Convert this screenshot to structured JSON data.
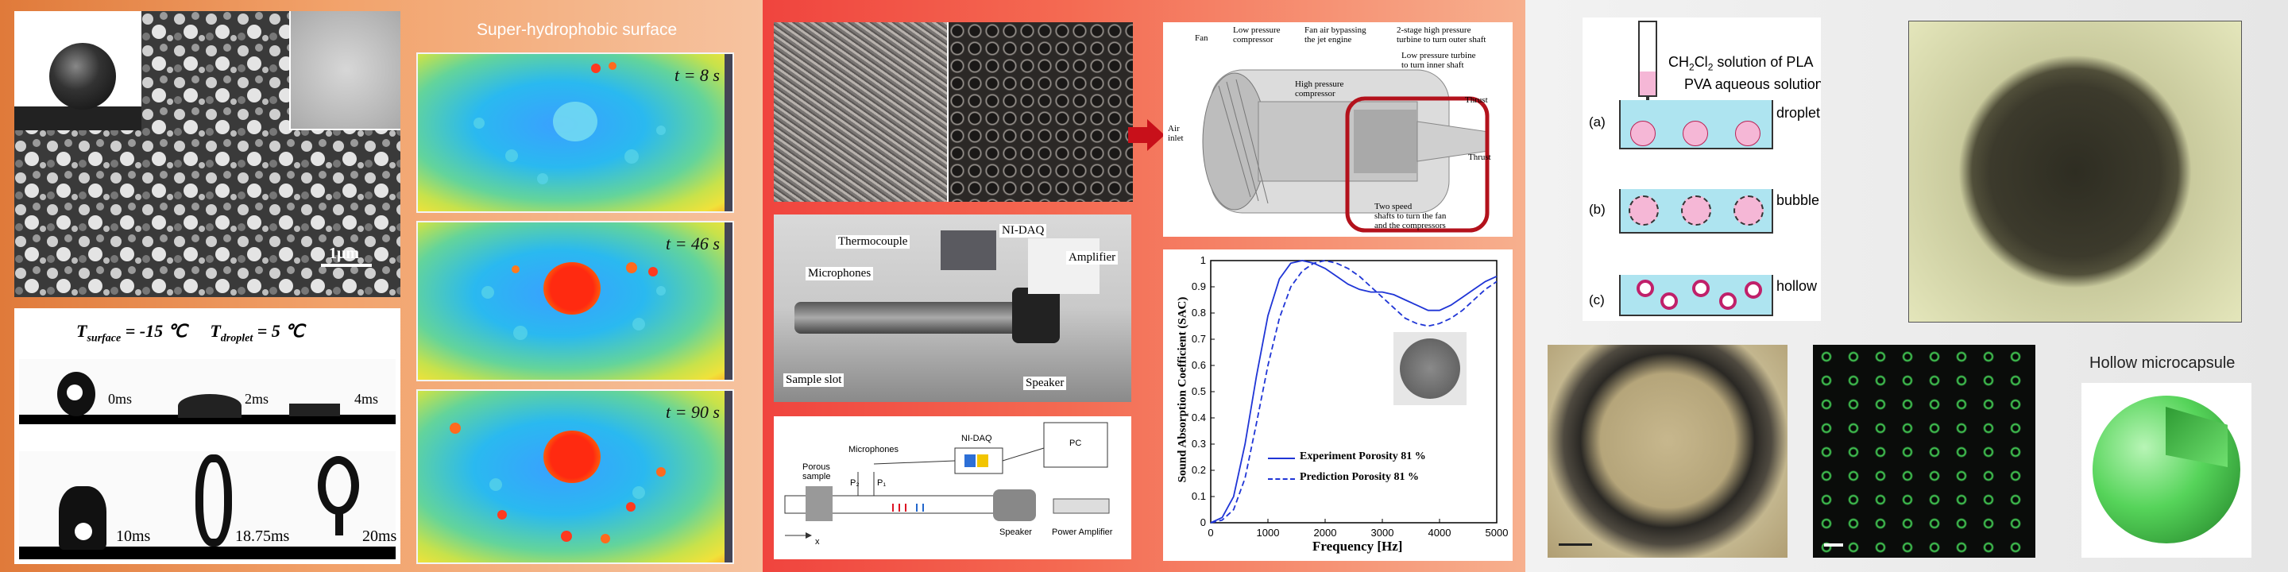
{
  "panel1": {
    "sem_scale": "1μm",
    "temp_surface_sym": "T",
    "temp_surface_sub": "surface",
    "temp_surface_val": " = -15 ℃",
    "temp_droplet_sym": "T",
    "temp_droplet_sub": "droplet",
    "temp_droplet_val": " = 5 ℃",
    "frames_top": [
      "0ms",
      "2ms",
      "4ms"
    ],
    "frames_bottom": [
      "10ms",
      "18.75ms",
      "20ms"
    ],
    "heatmap_title": "Super-hydrophobic surface",
    "heatmaps": [
      {
        "time": "t = 8 s"
      },
      {
        "time": "t = 46 s"
      },
      {
        "time": "t = 90 s"
      }
    ]
  },
  "panel2": {
    "engine_labels": {
      "fan": "Fan",
      "lpc": "Low pressure\ncompressor",
      "fan_air": "Fan air bypassing\nthe jet engine",
      "turbine": "2-stage high pressure\nturbine to turn outer shaft",
      "lpt": "Low pressure turbine\nto turn inner shaft",
      "hpc": "High pressure\ncompressor",
      "air_inlet": "Air\ninlet",
      "thrust1": "Thrust",
      "thrust2": "Thrust",
      "twospeed": "Two speed\nshafts to turn the fan\nand the compressors"
    },
    "setup_labels": {
      "thermocouple": "Thermocouple",
      "nidaq": "NI-DAQ",
      "amplifier": "Amplifier",
      "microphones": "Microphones",
      "sample_slot": "Sample slot",
      "speaker": "Speaker"
    },
    "schematic_labels": {
      "microphones": "Microphones",
      "nidaq": "NI-DAQ",
      "pc": "PC",
      "porous": "Porous\nsample",
      "p2": "P₂",
      "p1": "P₁",
      "speaker": "Speaker",
      "amp": "Power Amplifier",
      "x": "x"
    }
  },
  "chart_data": {
    "type": "line",
    "title": "",
    "xlabel": "Frequency [Hz]",
    "ylabel": "Sound Absorption Coefficient (SAC)",
    "xlim": [
      0,
      5000
    ],
    "ylim": [
      0,
      1
    ],
    "xticks": [
      0,
      1000,
      2000,
      3000,
      4000,
      5000
    ],
    "yticks": [
      0,
      0.1,
      0.2,
      0.3,
      0.4,
      0.5,
      0.6,
      0.7,
      0.8,
      0.9,
      1
    ],
    "series": [
      {
        "name": "Experiment Porosity 81 %",
        "style": "solid",
        "color": "#1f35d6",
        "x": [
          0,
          200,
          400,
          600,
          800,
          1000,
          1200,
          1400,
          1600,
          1800,
          2000,
          2200,
          2400,
          2600,
          2800,
          3000,
          3200,
          3400,
          3600,
          3800,
          4000,
          4200,
          4400,
          4600,
          4800,
          5000
        ],
        "y": [
          0.0,
          0.02,
          0.1,
          0.3,
          0.56,
          0.79,
          0.93,
          0.99,
          1.0,
          0.99,
          0.97,
          0.94,
          0.91,
          0.89,
          0.88,
          0.88,
          0.87,
          0.85,
          0.83,
          0.81,
          0.81,
          0.83,
          0.86,
          0.89,
          0.92,
          0.94
        ]
      },
      {
        "name": "Prediction Porosity 81 %",
        "style": "dashed",
        "color": "#1f35d6",
        "x": [
          0,
          200,
          400,
          600,
          800,
          1000,
          1200,
          1400,
          1600,
          1800,
          2000,
          2200,
          2400,
          2600,
          2800,
          3000,
          3200,
          3400,
          3600,
          3800,
          4000,
          4200,
          4400,
          4600,
          4800,
          5000
        ],
        "y": [
          0.0,
          0.01,
          0.05,
          0.17,
          0.38,
          0.6,
          0.78,
          0.9,
          0.96,
          0.99,
          1.0,
          0.99,
          0.97,
          0.94,
          0.9,
          0.86,
          0.82,
          0.78,
          0.76,
          0.75,
          0.76,
          0.78,
          0.81,
          0.85,
          0.89,
          0.92
        ]
      }
    ],
    "legend": "bottom-center"
  },
  "panel3": {
    "diagram_row_labels": [
      "(a)",
      "(b)",
      "(c)"
    ],
    "label_solution_pre": "CH",
    "label_solution_sub1": "2",
    "label_solution_mid": "Cl",
    "label_solution_sub2": "2",
    "label_solution_post": " solution of PLA",
    "label_pva": "PVA aqueous solution",
    "label_droplet": "droplet",
    "label_bubble": "bubble",
    "label_capsule": "hollow capsule",
    "hollow_title": "Hollow microcapsule"
  },
  "colors": {
    "panel1_bg": "#e07a3a",
    "panel2_bg": "#f0443e",
    "arrow": "#c8101a",
    "series_blue": "#1f35d6",
    "capsule_green": "#3cc843"
  }
}
